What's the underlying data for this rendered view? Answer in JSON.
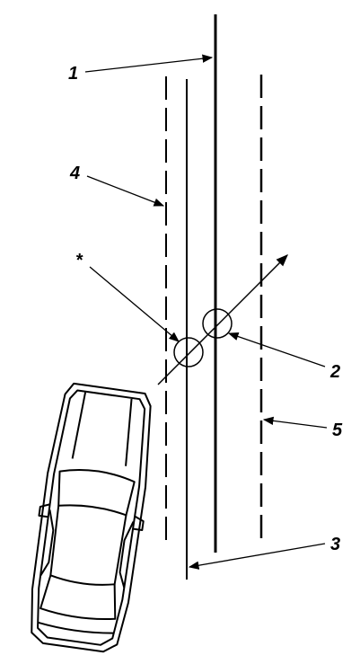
{
  "callouts": {
    "c1": "1",
    "c2": "2",
    "c3": "3",
    "c4": "4",
    "c5": "5",
    "star": "*"
  },
  "colors": {
    "ink": "#000000",
    "background": "#ffffff"
  }
}
